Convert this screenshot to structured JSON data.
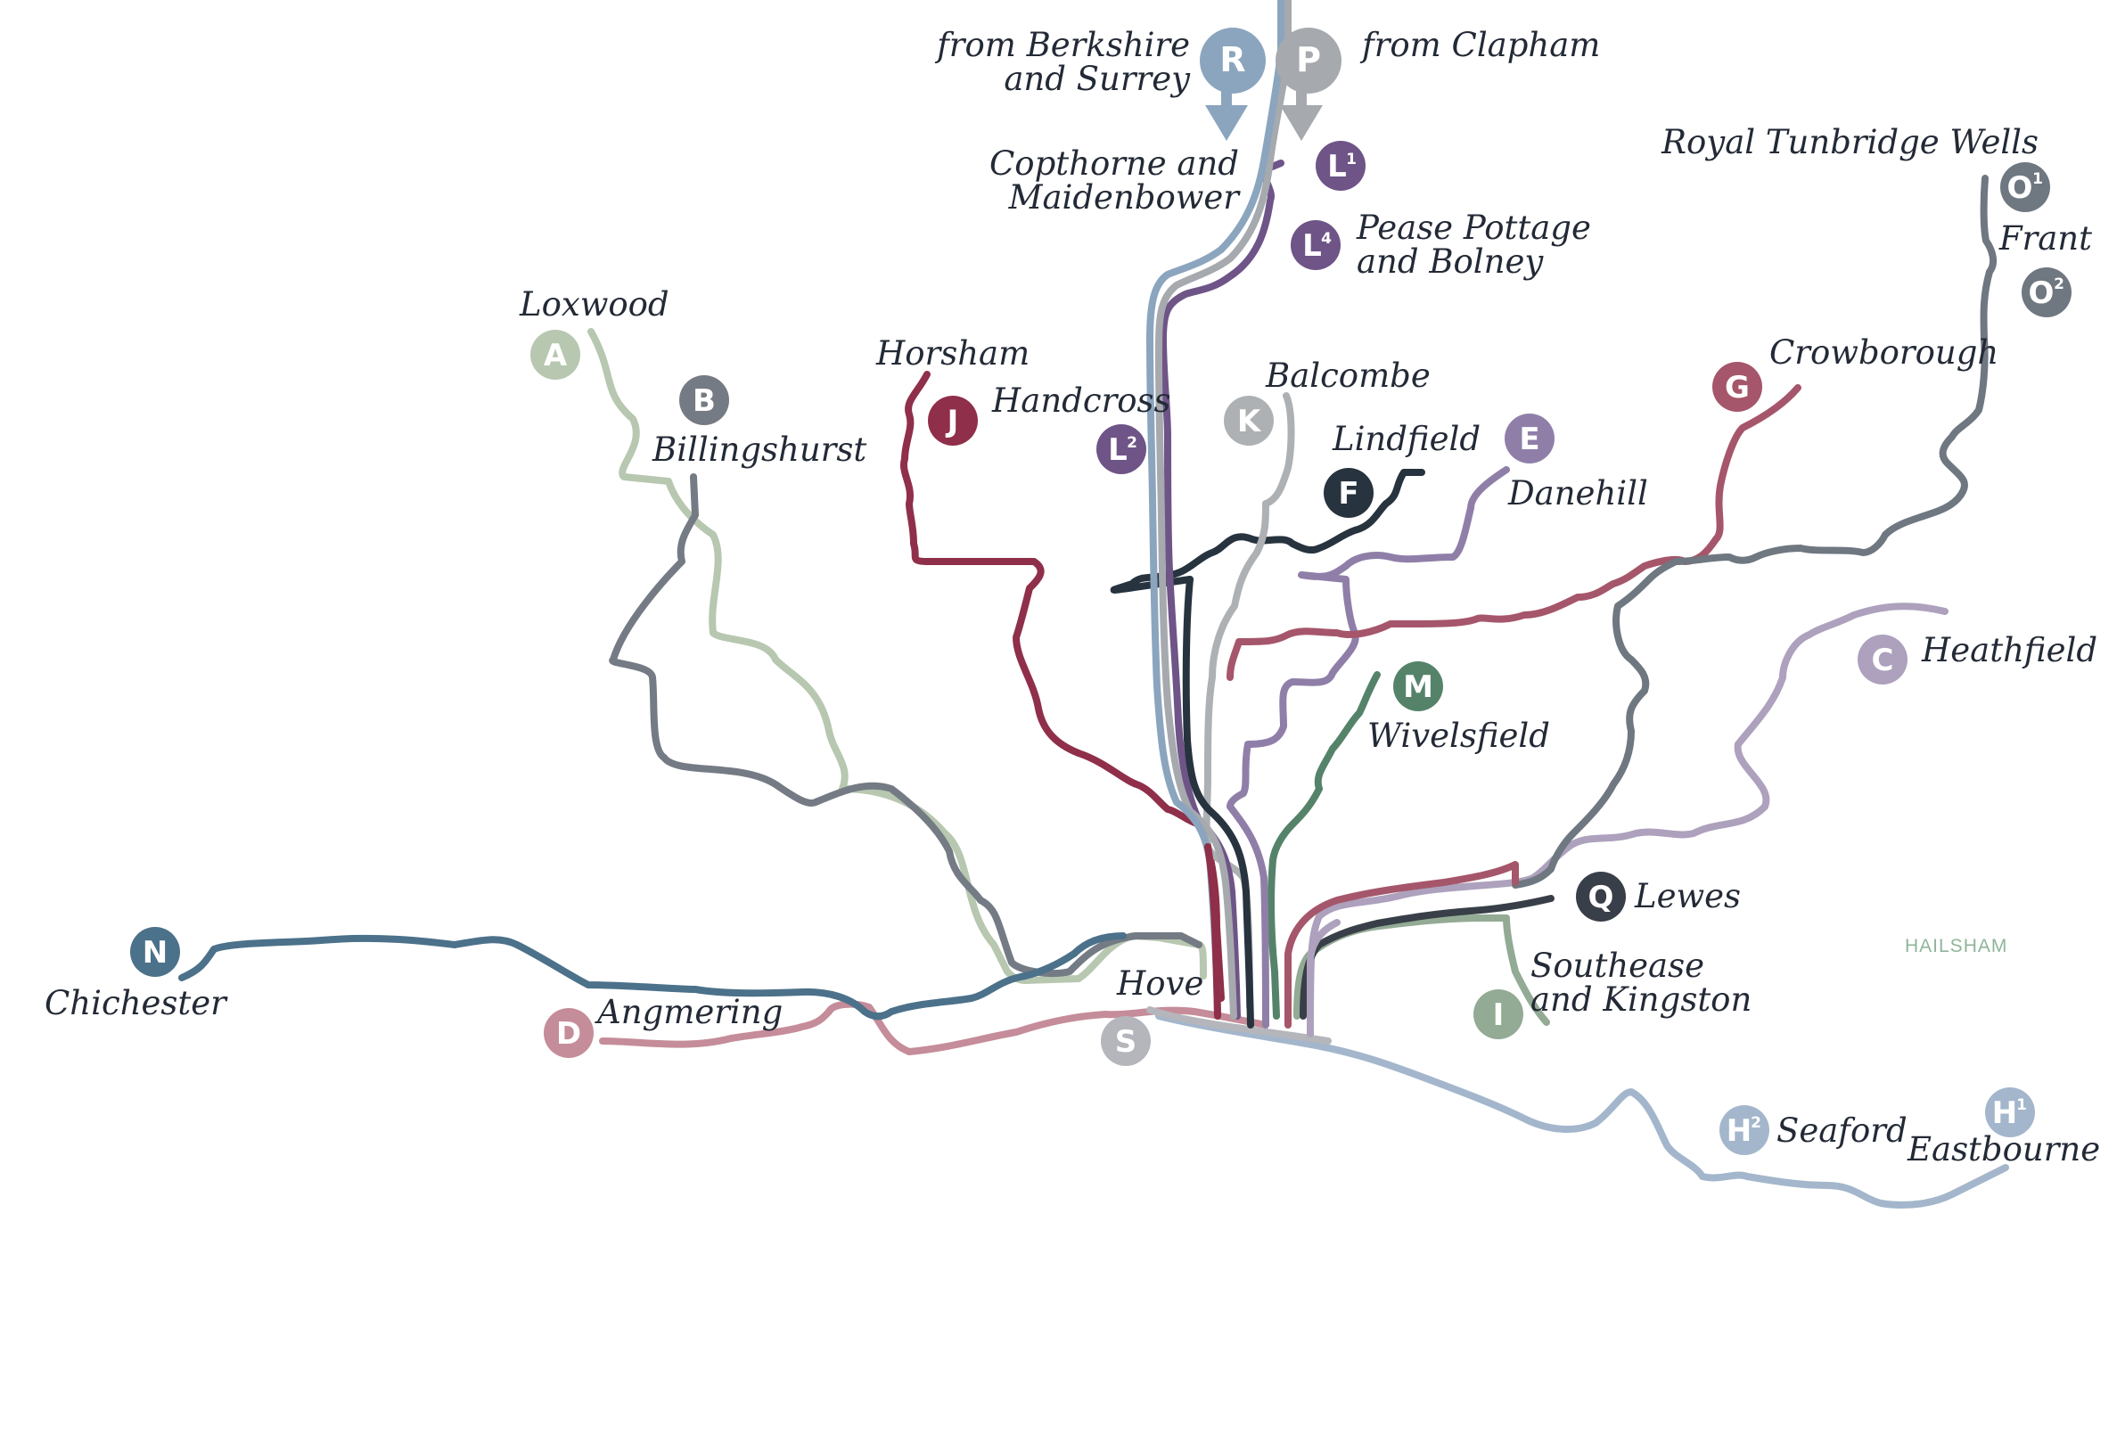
{
  "colors": {
    "A": "#b7c7b0",
    "B": "#747b84",
    "C": "#ada1bd",
    "D": "#c58c99",
    "E": "#8f7fa8",
    "F": "#27333e",
    "G": "#a5566a",
    "H": "#a3b6cc",
    "I": "#93aa94",
    "J": "#8f2f49",
    "K": "#aeb1b3",
    "L": "#6e5487",
    "M": "#55836a",
    "N": "#4c718a",
    "O": "#6f7781",
    "P": "#a6a9ad",
    "Q": "#383f48",
    "R": "#8ba5be",
    "S": "#b5b6bb",
    "text": "#232a36",
    "hailsham": "#8fb59a"
  },
  "places": {
    "from_berkshire_1": "from Berkshire",
    "from_berkshire_2": "and Surrey",
    "from_clapham": "from Clapham",
    "copthorne_1": "Copthorne and",
    "copthorne_2": "Maidenbower",
    "pease_1": "Pease Pottage",
    "pease_2": "and Bolney",
    "royal_tunbridge_wells": "Royal Tunbridge Wells",
    "frant": "Frant",
    "loxwood": "Loxwood",
    "billingshurst": "Billingshurst",
    "horsham": "Horsham",
    "handcross": "Handcross",
    "balcombe": "Balcombe",
    "lindfield": "Lindfield",
    "danehill": "Danehill",
    "crowborough": "Crowborough",
    "heathfield": "Heathfield",
    "wivelsfield": "Wivelsfield",
    "lewes": "Lewes",
    "southease_1": "Southease",
    "southease_2": "and Kingston",
    "hailsham": "HAILSHAM",
    "chichester": "Chichester",
    "angmering": "Angmering",
    "hove": "Hove",
    "seaford": "Seaford",
    "eastbourne": "Eastbourne"
  },
  "badges": {
    "A": {
      "letter": "A",
      "sup": ""
    },
    "B": {
      "letter": "B",
      "sup": ""
    },
    "C": {
      "letter": "C",
      "sup": ""
    },
    "D": {
      "letter": "D",
      "sup": ""
    },
    "E": {
      "letter": "E",
      "sup": ""
    },
    "F": {
      "letter": "F",
      "sup": ""
    },
    "G": {
      "letter": "G",
      "sup": ""
    },
    "H1": {
      "letter": "H",
      "sup": "1"
    },
    "H2": {
      "letter": "H",
      "sup": "2"
    },
    "I": {
      "letter": "I",
      "sup": ""
    },
    "J": {
      "letter": "J",
      "sup": ""
    },
    "K": {
      "letter": "K",
      "sup": ""
    },
    "L1": {
      "letter": "L",
      "sup": "1"
    },
    "L2": {
      "letter": "L",
      "sup": "2"
    },
    "L4": {
      "letter": "L",
      "sup": "4"
    },
    "M": {
      "letter": "M",
      "sup": ""
    },
    "N": {
      "letter": "N",
      "sup": ""
    },
    "O1": {
      "letter": "O",
      "sup": "1"
    },
    "O2": {
      "letter": "O",
      "sup": "2"
    },
    "P": {
      "letter": "P",
      "sup": ""
    },
    "Q": {
      "letter": "Q",
      "sup": ""
    },
    "R": {
      "letter": "R",
      "sup": ""
    },
    "S": {
      "letter": "S",
      "sup": ""
    }
  }
}
